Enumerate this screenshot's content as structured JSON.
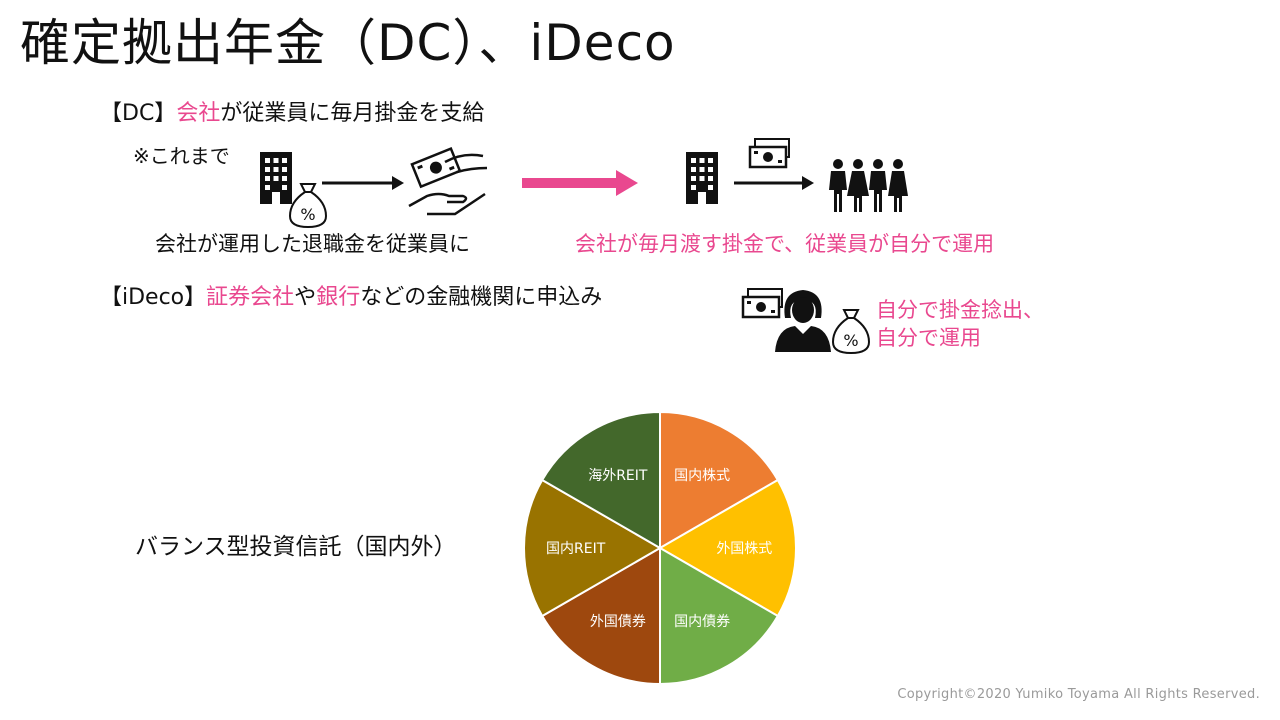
{
  "slide": {
    "title": "確定拠出年金（DC）、iDeco",
    "dc": {
      "tag": "【DC】",
      "highlight": "会社",
      "text": "が従業員に毎月掛金を支給",
      "note": "※これまで",
      "caption_before": "会社が運用した退職金を従業員に",
      "caption_after": "会社が毎月渡す掛金で、従業員が自分で運用"
    },
    "ideco": {
      "tag": "【iDeco】",
      "highlight1": "証券会社",
      "mid": "や",
      "highlight2": "銀行",
      "text": "などの金融機関に申込み",
      "desc_line1": "自分で掛金捻出、",
      "desc_line2": "自分で運用"
    },
    "fund_label": "バランス型投資信託（国内外）",
    "copyright": "Copyright©2020 Yumiko Toyama All Rights Reserved."
  },
  "icons": {
    "building": "building-icon",
    "money_bag": "money-bag-percent-icon",
    "hand_money": "hand-holding-money-icon",
    "cash": "cash-bill-icon",
    "people": "people-group-icon",
    "person": "person-icon",
    "arrow": "arrow-right-icon"
  },
  "colors": {
    "accent_pink": "#e9488f",
    "slice_kokunai_kabu": "#ed7d31",
    "slice_gaikoku_kabu": "#ffc000",
    "slice_kokunai_saiken": "#70ad47",
    "slice_gaikoku_saiken": "#9e480e",
    "slice_kokunai_reit": "#997300",
    "slice_kaigai_reit": "#43682b"
  },
  "chart_data": {
    "type": "pie",
    "categories": [
      "国内株式",
      "外国株式",
      "国内債券",
      "外国債券",
      "国内REIT",
      "海外REIT"
    ],
    "values": [
      16.67,
      16.67,
      16.67,
      16.67,
      16.67,
      16.67
    ],
    "colors": [
      "#ed7d31",
      "#ffc000",
      "#70ad47",
      "#9e480e",
      "#997300",
      "#43682b"
    ]
  }
}
